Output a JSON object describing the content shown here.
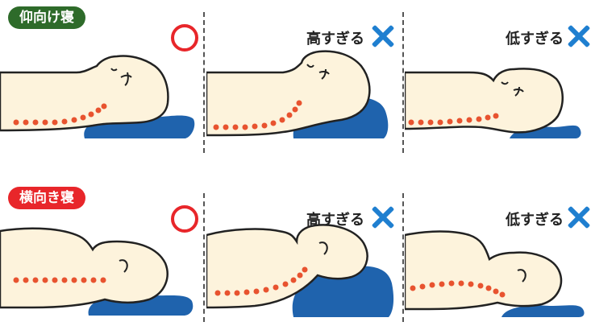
{
  "sections": [
    {
      "label": "仰向け寝",
      "color": "#2e6b2a",
      "panels": [
        {
          "label": "",
          "verdict": "circle"
        },
        {
          "label": "高すぎる",
          "verdict": "cross"
        },
        {
          "label": "低すぎる",
          "verdict": "cross"
        }
      ]
    },
    {
      "label": "横向き寝",
      "color": "#e8262a",
      "panels": [
        {
          "label": "",
          "verdict": "circle"
        },
        {
          "label": "高すぎる",
          "verdict": "cross"
        },
        {
          "label": "低すぎる",
          "verdict": "cross"
        }
      ]
    }
  ],
  "colors": {
    "skin": "#fdf3dc",
    "outline": "#222222",
    "pillow": "#1f63ad",
    "spine": "#e8532f",
    "good": "#e8262a",
    "bad": "#1f7fd0"
  }
}
